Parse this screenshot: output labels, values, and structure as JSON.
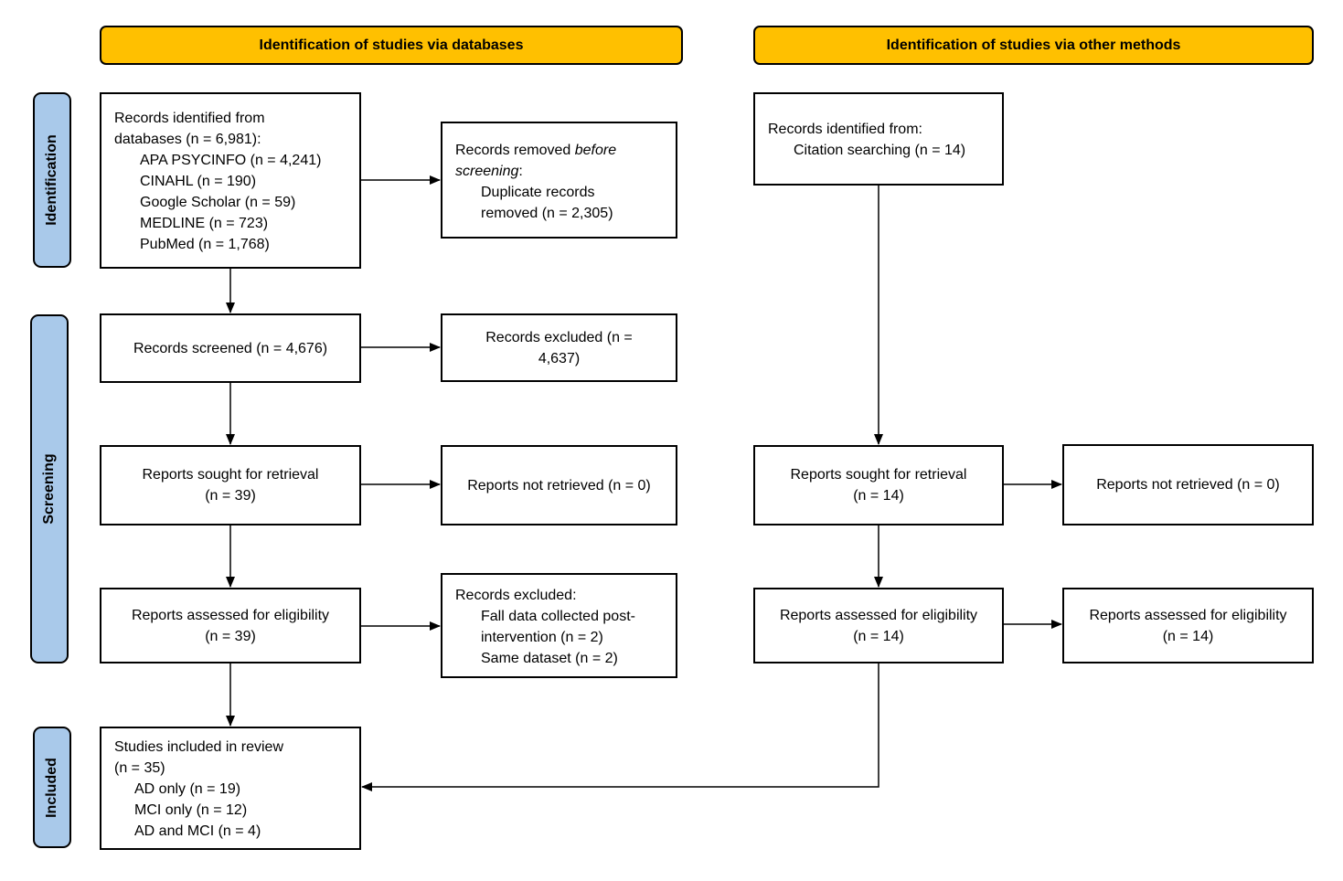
{
  "headers": {
    "databases": "Identification of studies via databases",
    "other": "Identification of studies via other methods"
  },
  "phases": {
    "identification": "Identification",
    "screening": "Screening",
    "included": "Included"
  },
  "databases": {
    "identified": {
      "line1": "Records identified from",
      "line2": "databases (n = 6,981):",
      "sources": [
        "APA PSYCINFO (n = 4,241)",
        "CINAHL (n = 190)",
        "Google Scholar (n = 59)",
        "MEDLINE (n = 723)",
        "PubMed (n = 1,768)"
      ]
    },
    "removed": {
      "prefix": "Records removed ",
      "italic1": "before",
      "italic2": "screening",
      "colon": ":",
      "line3": "Duplicate records",
      "line4": "removed (n = 2,305)"
    },
    "screened": "Records screened (n = 4,676)",
    "excluded": {
      "line1": "Records excluded (n =",
      "line2": "4,637)"
    },
    "sought": {
      "line1": "Reports sought for retrieval",
      "line2": "(n = 39)"
    },
    "not_retrieved": "Reports not retrieved (n = 0)",
    "assessed": {
      "line1": "Reports assessed for eligibility",
      "line2": "(n = 39)"
    },
    "excluded_reports": {
      "line1": "Records excluded:",
      "line2": "Fall data collected post-",
      "line3": "intervention (n = 2)",
      "line4": "Same dataset (n = 2)"
    },
    "included": {
      "line1": "Studies included in review",
      "line2": "(n = 35)",
      "items": [
        "AD only (n = 19)",
        "MCI only (n = 12)",
        "AD and MCI (n = 4)"
      ]
    }
  },
  "other": {
    "identified": {
      "line1": "Records identified from:",
      "line2": "Citation searching (n = 14)"
    },
    "sought": {
      "line1": "Reports sought for retrieval",
      "line2": "(n = 14)"
    },
    "not_retrieved": "Reports not retrieved (n = 0)",
    "assessed": {
      "line1": "Reports assessed for eligibility",
      "line2": "(n = 14)"
    },
    "assessed_right": {
      "line1": "Reports assessed for eligibility",
      "line2": "(n = 14)"
    }
  }
}
